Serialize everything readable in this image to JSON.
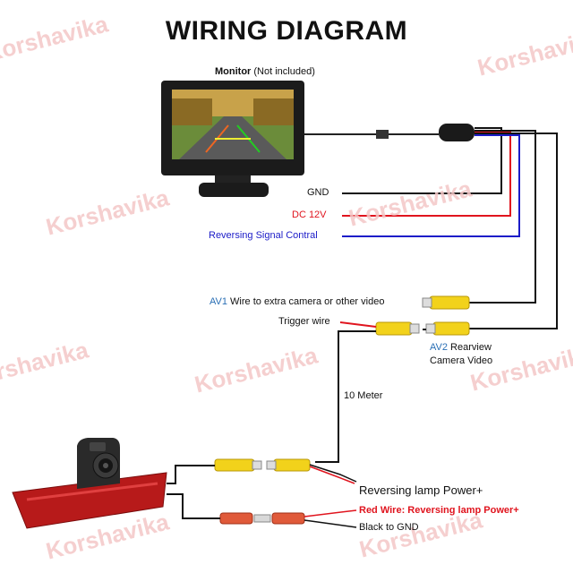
{
  "title": "WIRING DIAGRAM",
  "monitor": {
    "label": "Monitor",
    "note": "(Not included)"
  },
  "wires": {
    "gnd": "GND",
    "dc": "DC 12V",
    "reverse_signal": "Reversing Signal Contral"
  },
  "av1": {
    "prefix": "AV1",
    "text": "Wire to extra camera or other video"
  },
  "trigger": "Trigger wire",
  "av2": {
    "prefix": "AV2",
    "line1": "Rearview",
    "line2": "Camera Video"
  },
  "cable_length": "10 Meter",
  "reversing_power": "Reversing lamp Power+",
  "red_wire": "Red Wire: Reversing lamp Power+",
  "black_gnd": "Black to GND",
  "watermark": "Korshavika",
  "colors": {
    "red": "#e0141e",
    "blue": "#1c1cc8",
    "black": "#111111",
    "av_blue": "#2a6fb5",
    "watermark": "#f4c7c7",
    "connector_yellow": "#f2d21b"
  }
}
